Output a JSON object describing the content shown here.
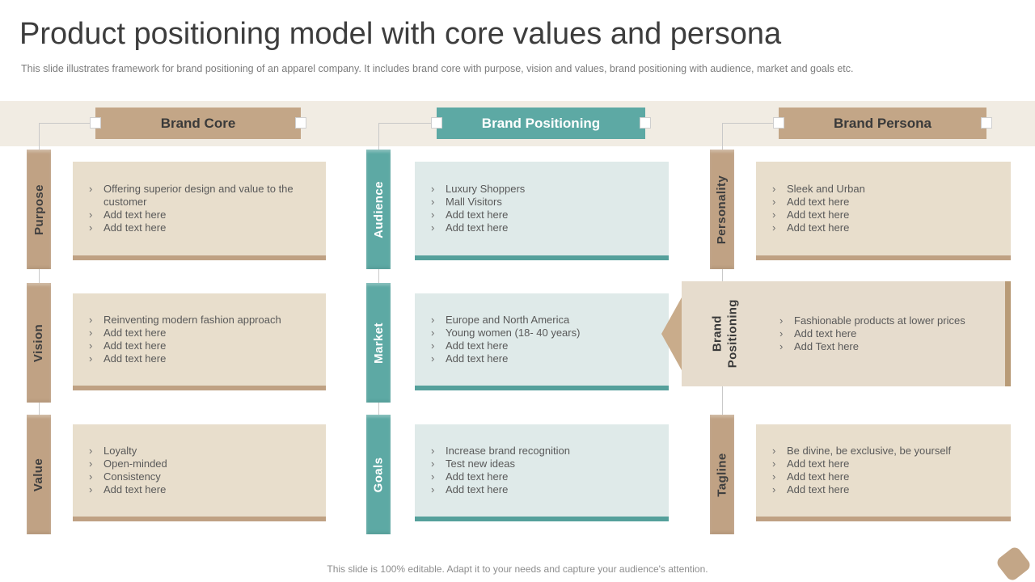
{
  "slide": {
    "title": "Product positioning model with core values and persona",
    "subtitle": "This slide illustrates framework for brand positioning of an apparel company. It includes brand core with purpose, vision and values, brand positioning with audience, market and goals etc.",
    "footer": "This slide is 100% editable. Adapt it to your needs and capture your audience's attention."
  },
  "bullet_char": "›",
  "colors": {
    "tan": "#c3a687",
    "tan_dark": "#bfa183",
    "beige_fill": "#e8decc",
    "teal": "#5da9a4",
    "teal_fill": "#dfeae9",
    "band_bg": "#f1ece3",
    "title_text": "#3d3d3d",
    "body_text": "#595959"
  },
  "columns": [
    {
      "header": "Brand Core",
      "rows": [
        {
          "label": "Purpose",
          "items": [
            "Offering superior design and value to the customer",
            "Add text here",
            "Add text here"
          ]
        },
        {
          "label": "Vision",
          "items": [
            "Reinventing modern fashion approach",
            "Add text here",
            "Add text here",
            "Add text here"
          ]
        },
        {
          "label": "Value",
          "items": [
            "Loyalty",
            "Open-minded",
            "Consistency",
            "Add text here"
          ]
        }
      ]
    },
    {
      "header": "Brand Positioning",
      "rows": [
        {
          "label": "Audience",
          "items": [
            "Luxury Shoppers",
            "Mall Visitors",
            "Add text here",
            "Add text here"
          ]
        },
        {
          "label": "Market",
          "items": [
            "Europe and North America",
            "Young women (18- 40 years)",
            "Add text here",
            "Add text here"
          ]
        },
        {
          "label": "Goals",
          "items": [
            "Increase brand recognition",
            "Test new ideas",
            "Add text here",
            "Add text here"
          ]
        }
      ]
    },
    {
      "header": "Brand Persona",
      "rows": [
        {
          "label": "Personality",
          "items": [
            "Sleek and Urban",
            "Add text here",
            "Add text here",
            "Add text here"
          ]
        },
        {
          "label": "Brand Positioning",
          "items": [
            "Fashionable products at lower prices",
            "Add text here",
            "Add Text here"
          ]
        },
        {
          "label": "Tagline",
          "items": [
            "Be divine, be exclusive, be yourself",
            "Add text here",
            "Add text here",
            "Add text here"
          ]
        }
      ]
    }
  ]
}
